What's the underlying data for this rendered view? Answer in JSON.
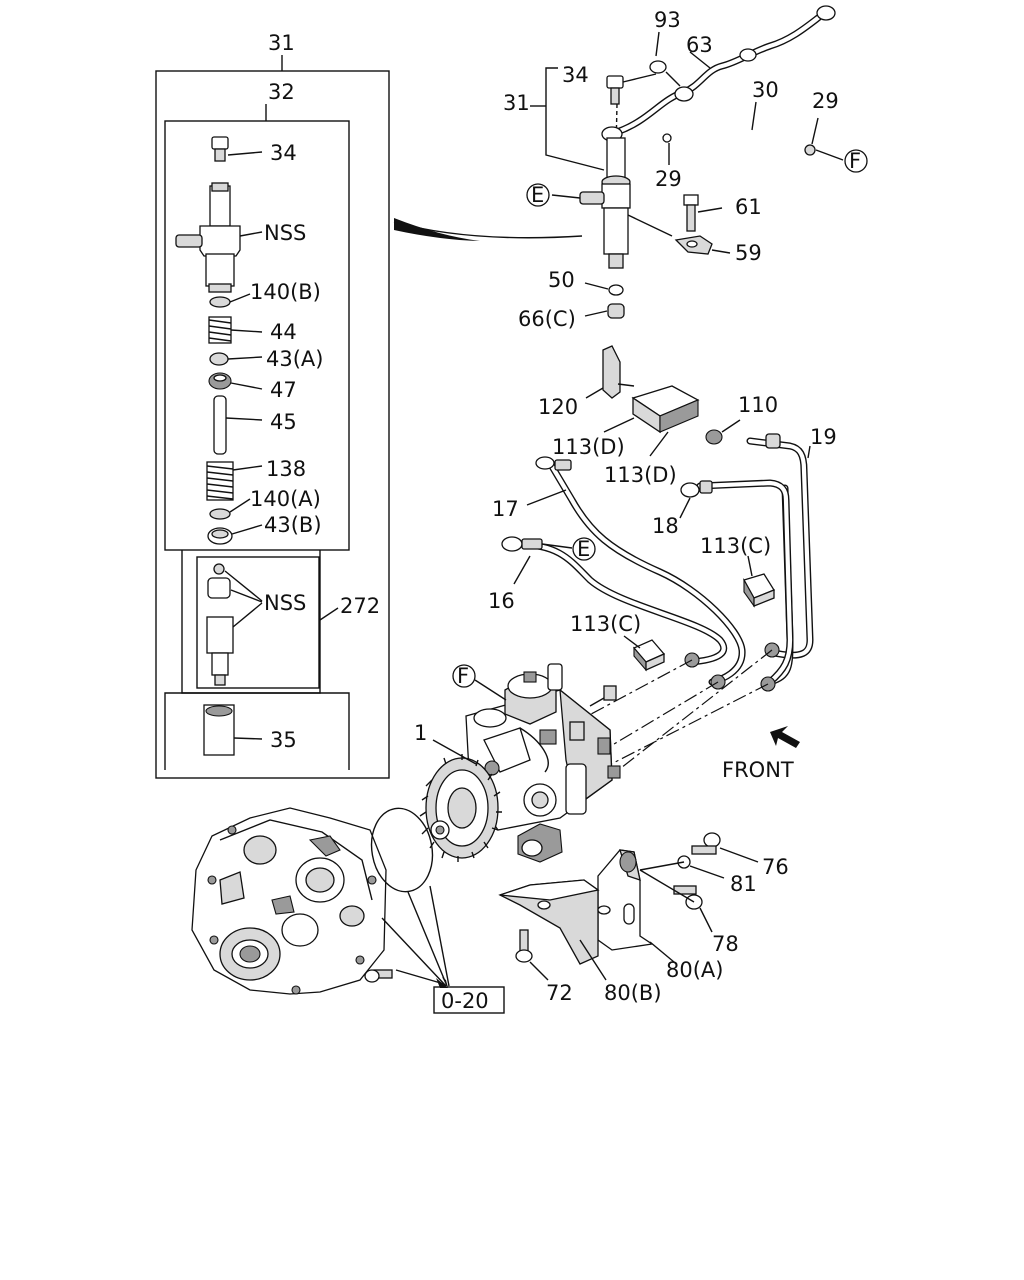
{
  "callouts": {
    "c31_box": "31",
    "c32_box": "32",
    "c34_box": "34",
    "nss_body": "NSS",
    "c140b": "140(B)",
    "c44": "44",
    "c43a": "43(A)",
    "c47": "47",
    "c45": "45",
    "c138": "138",
    "c140a": "140(A)",
    "c43b": "43(B)",
    "nss_nozzle": "NSS",
    "c272": "272",
    "c35": "35",
    "c93": "93",
    "c63": "63",
    "c34_top": "34",
    "c31_top": "31",
    "c30": "30",
    "c29_right": "29",
    "c29_mid": "29",
    "c61": "61",
    "c59": "59",
    "c50": "50",
    "c66c": "66(C)",
    "c120": "120",
    "c110": "110",
    "c113d_left": "113(D)",
    "c113d_right": "113(D)",
    "c19": "19",
    "c17": "17",
    "c18": "18",
    "c113c_right": "113(C)",
    "c16": "16",
    "c113c_mid": "113(C)",
    "c1": "1",
    "c76": "76",
    "c81": "81",
    "c78": "78",
    "c80a": "80(A)",
    "c80b": "80(B)",
    "c72": "72",
    "ref_box": "0-20"
  },
  "markers": {
    "e_top": "E",
    "f_top": "F",
    "e_mid": "E",
    "f_pump": "F"
  },
  "front_label": "FRONT"
}
